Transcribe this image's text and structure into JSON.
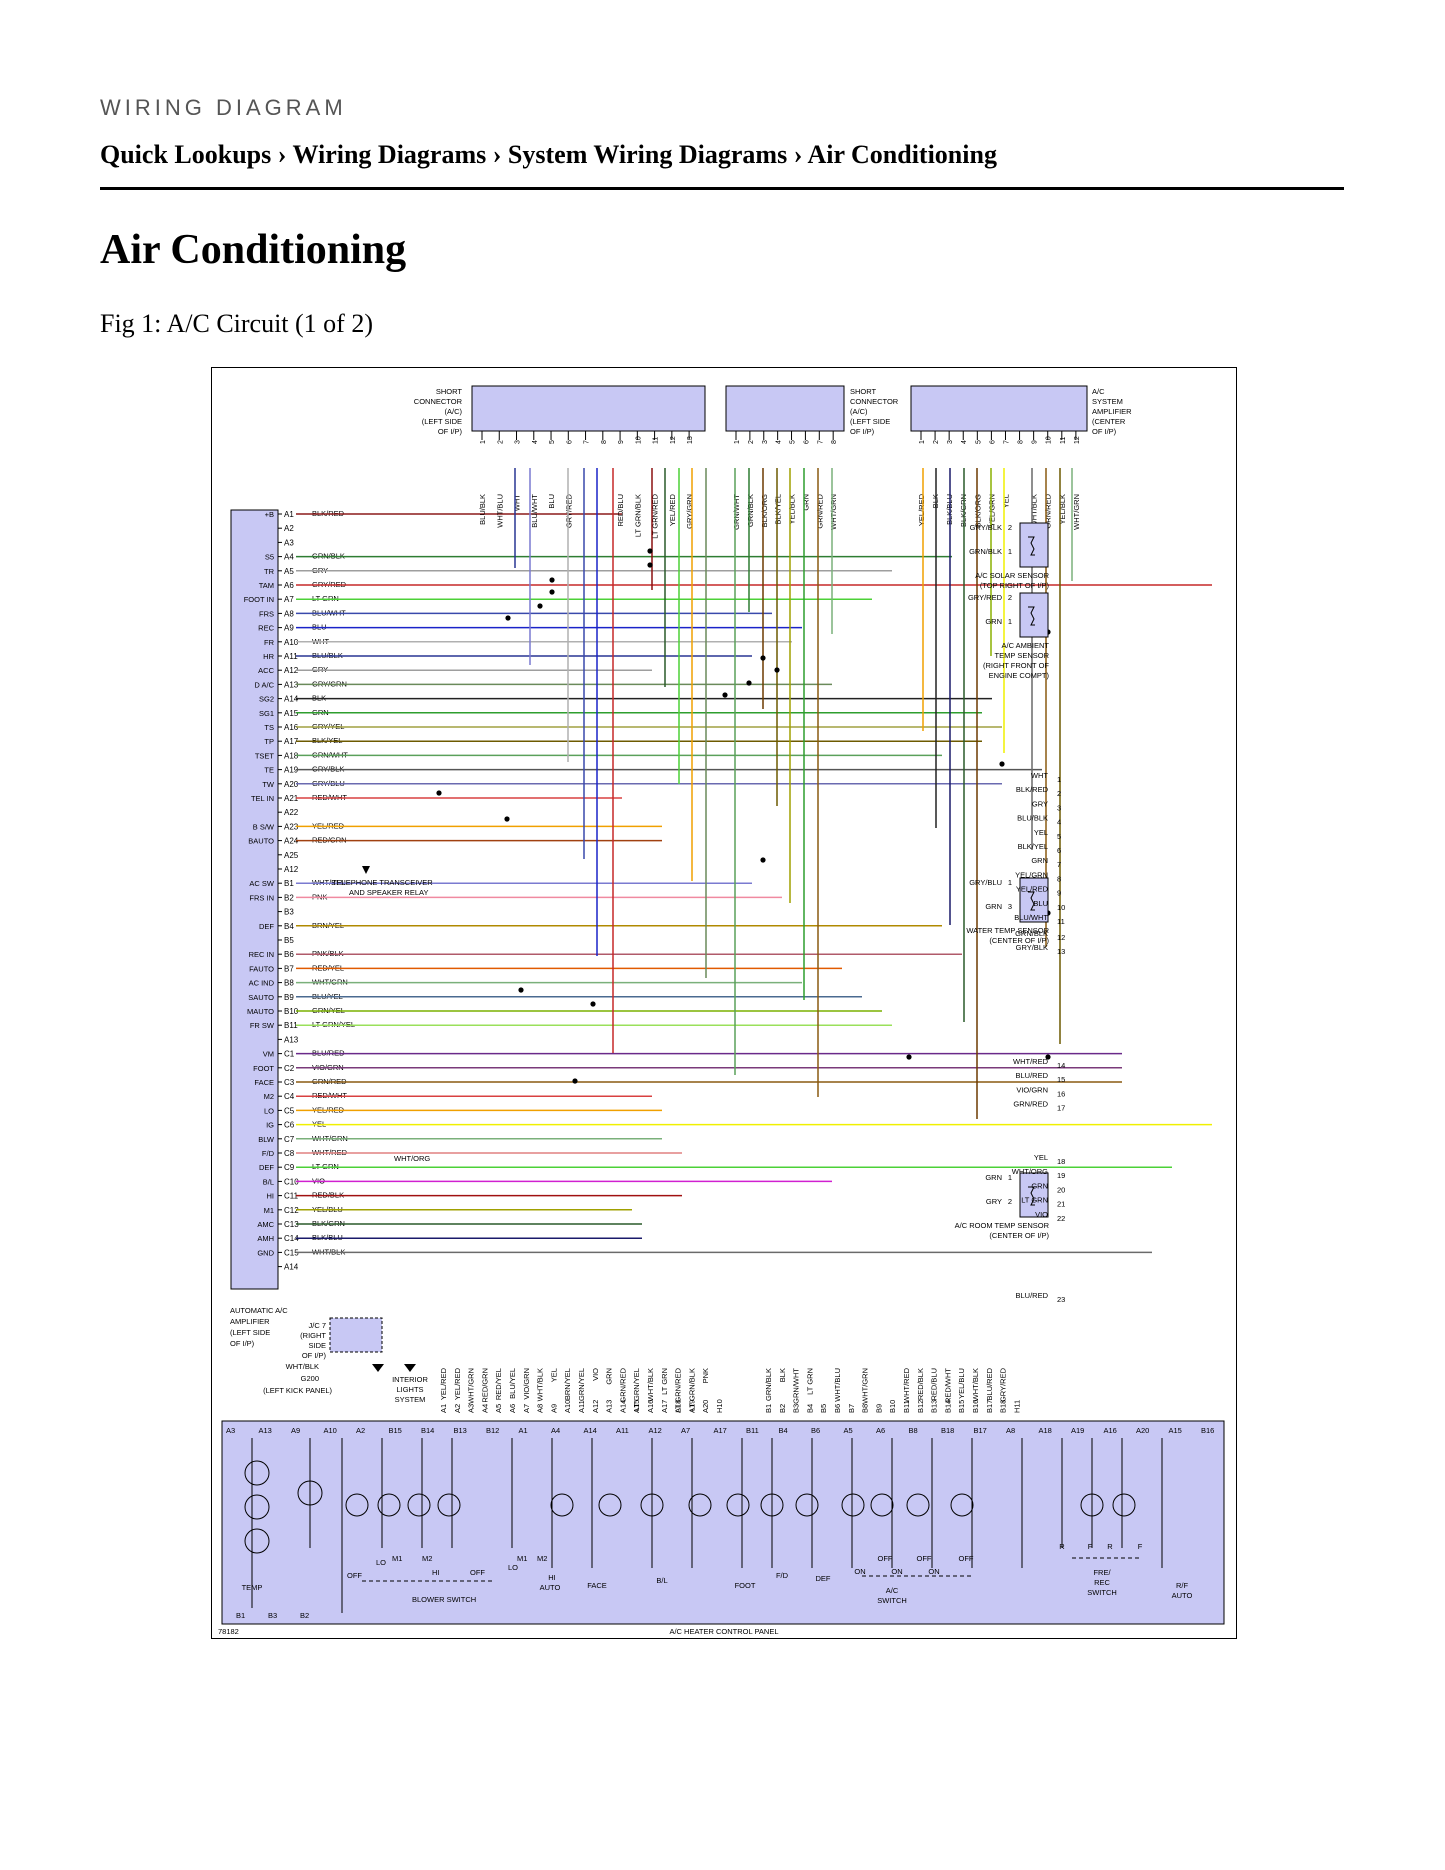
{
  "page": {
    "eyebrow": "WIRING DIAGRAM",
    "breadcrumb": [
      "Quick Lookups",
      "Wiring Diagrams",
      "System Wiring Diagrams",
      "Air Conditioning"
    ],
    "separator": "›",
    "title": "Air Conditioning",
    "caption": "Fig 1: A/C Circuit (1 of 2)"
  },
  "diagram": {
    "figure_number": "78182",
    "connectors_top": [
      {
        "label": [
          "SHORT",
          "CONNECTOR",
          "(A/C)",
          "(LEFT SIDE",
          "OF I/P)"
        ],
        "pins": [
          "BLU/BLK",
          "WHT/BLU",
          "WHT",
          "BLU/WHT",
          "BLU",
          "GRY/RED",
          "",
          "",
          "RED/BLU",
          "LT GRN/BLK",
          "LT GRN/RED",
          "YEL/RED",
          "GRY/GRN"
        ]
      },
      {
        "label": [
          "SHORT",
          "CONNECTOR",
          "(A/C)",
          "(LEFT SIDE",
          "OF I/P)"
        ],
        "pins": [
          "GRN/WHT",
          "GRN/BLK",
          "BLK/ORG",
          "BLK/YEL",
          "YEL/BLK",
          "GRN",
          "GRN/RED",
          "WHT/GRN"
        ]
      },
      {
        "label": [
          "A/C",
          "SYSTEM",
          "AMPLIFIER",
          "(CENTER",
          "OF I/P)"
        ],
        "pins": [
          "YEL/RED",
          "BLK",
          "BLK/BLU",
          "BLK/GRN",
          "BLK/ORG",
          "YEL/GRN",
          "YEL",
          "",
          "WHT/BLK",
          "GRN/RED",
          "YEL/BLK",
          "WHT/GRN"
        ]
      }
    ],
    "amplifier_label": [
      "AUTOMATIC A/C",
      "AMPLIFIER",
      "(LEFT SIDE",
      "OF I/P)"
    ],
    "amplifier_functions": [
      {
        "name": "+B",
        "pin": "A1"
      },
      {
        "name": "S5",
        "pin": "A4"
      },
      {
        "name": "TR",
        "pin": "A5"
      },
      {
        "name": "TAM",
        "pin": "A6"
      },
      {
        "name": "FOOT IN",
        "pin": "A7"
      },
      {
        "name": "FRS",
        "pin": "A8"
      },
      {
        "name": "REC",
        "pin": "A9"
      },
      {
        "name": "FR",
        "pin": "A10"
      },
      {
        "name": "HR",
        "pin": "A11"
      },
      {
        "name": "ACC",
        "pin": "A12"
      },
      {
        "name": "D A/C",
        "pin": "A13"
      },
      {
        "name": "SG2",
        "pin": "A14"
      },
      {
        "name": "SG1",
        "pin": "A15"
      },
      {
        "name": "TS",
        "pin": "A16"
      },
      {
        "name": "TP",
        "pin": "A17"
      },
      {
        "name": "TSET",
        "pin": "A18"
      },
      {
        "name": "TE",
        "pin": "A19"
      },
      {
        "name": "TW",
        "pin": "A20"
      },
      {
        "name": "TEL IN",
        "pin": "A21"
      },
      {
        "name": "B S/W",
        "pin": "A23"
      },
      {
        "name": "BAUTO",
        "pin": "A24"
      },
      {
        "name": "AC SW",
        "pin": "B1"
      },
      {
        "name": "FRS IN",
        "pin": "B2"
      },
      {
        "name": "DEF",
        "pin": "B4"
      },
      {
        "name": "REC IN",
        "pin": "B6"
      },
      {
        "name": "FAUTO",
        "pin": "B7"
      },
      {
        "name": "AC IND",
        "pin": "B8"
      },
      {
        "name": "SAUTO",
        "pin": "B9"
      },
      {
        "name": "MAUTO",
        "pin": "B10"
      },
      {
        "name": "FR SW",
        "pin": "B11"
      },
      {
        "name": "VM",
        "pin": "C1"
      },
      {
        "name": "FOOT",
        "pin": "C2"
      },
      {
        "name": "FACE",
        "pin": "C3"
      },
      {
        "name": "M2",
        "pin": "C4"
      },
      {
        "name": "LO",
        "pin": "C5"
      },
      {
        "name": "IG",
        "pin": "C6"
      },
      {
        "name": "BLW",
        "pin": "C7"
      },
      {
        "name": "F/D",
        "pin": "C8"
      },
      {
        "name": "DEF",
        "pin": "C9"
      },
      {
        "name": "B/L",
        "pin": "C10"
      },
      {
        "name": "HI",
        "pin": "C11"
      },
      {
        "name": "M1",
        "pin": "C12"
      },
      {
        "name": "AMC",
        "pin": "C13"
      },
      {
        "name": "AMH",
        "pin": "C14"
      },
      {
        "name": "GND",
        "pin": "C15"
      }
    ],
    "wires": [
      {
        "pin": "A1",
        "color": "BLK/RED",
        "hex": "#8b1a1a"
      },
      {
        "pin": "A2",
        "color": "",
        "hex": ""
      },
      {
        "pin": "A3",
        "color": "",
        "hex": ""
      },
      {
        "pin": "A4",
        "color": "GRN/BLK",
        "hex": "#2e7d32"
      },
      {
        "pin": "A5",
        "color": "GRY",
        "hex": "#9e9e9e"
      },
      {
        "pin": "A6",
        "color": "GRY/RED",
        "hex": "#c62828"
      },
      {
        "pin": "A7",
        "color": "LT GRN",
        "hex": "#4cd137"
      },
      {
        "pin": "A8",
        "color": "BLU/WHT",
        "hex": "#3949ab"
      },
      {
        "pin": "A9",
        "color": "BLU",
        "hex": "#1a23c9"
      },
      {
        "pin": "A10",
        "color": "WHT",
        "hex": "#b0b0b0"
      },
      {
        "pin": "A11",
        "color": "BLU/BLK",
        "hex": "#283593"
      },
      {
        "pin": "A12",
        "color": "GRY",
        "hex": "#9e9e9e"
      },
      {
        "pin": "A13",
        "color": "GRY/GRN",
        "hex": "#6a8a5a"
      },
      {
        "pin": "A14",
        "color": "BLK",
        "hex": "#222222"
      },
      {
        "pin": "A15",
        "color": "GRN",
        "hex": "#2e9e2e"
      },
      {
        "pin": "A16",
        "color": "GRY/YEL",
        "hex": "#a0a040"
      },
      {
        "pin": "A17",
        "color": "BLK/YEL",
        "hex": "#6d5a00"
      },
      {
        "pin": "A18",
        "color": "GRN/WHT",
        "hex": "#5aa05a"
      },
      {
        "pin": "A19",
        "color": "GRY/BLK",
        "hex": "#555555"
      },
      {
        "pin": "A20",
        "color": "GRY/BLU",
        "hex": "#6a6ab0"
      },
      {
        "pin": "A21",
        "color": "RED/WHT",
        "hex": "#d84040"
      },
      {
        "pin": "A22",
        "color": "",
        "hex": ""
      },
      {
        "pin": "A23",
        "color": "YEL/RED",
        "hex": "#f0a000"
      },
      {
        "pin": "A24",
        "color": "RED/GRN",
        "hex": "#a04010"
      },
      {
        "pin": "A25",
        "color": "",
        "hex": ""
      },
      {
        "pin": "A12",
        "color": "",
        "hex": ""
      },
      {
        "pin": "B1",
        "color": "WHT/BLU",
        "hex": "#7a7ad0"
      },
      {
        "pin": "B2",
        "color": "PNK",
        "hex": "#f08aa0"
      },
      {
        "pin": "B3",
        "color": "",
        "hex": ""
      },
      {
        "pin": "B4",
        "color": "BRN/YEL",
        "hex": "#b08a00"
      },
      {
        "pin": "B5",
        "color": "",
        "hex": ""
      },
      {
        "pin": "B6",
        "color": "PNK/BLK",
        "hex": "#b05a6a"
      },
      {
        "pin": "B7",
        "color": "RED/YEL",
        "hex": "#e05a00"
      },
      {
        "pin": "B8",
        "color": "WHT/GRN",
        "hex": "#7ab07a"
      },
      {
        "pin": "B9",
        "color": "BLU/YEL",
        "hex": "#4a6a90"
      },
      {
        "pin": "B10",
        "color": "GRN/YEL",
        "hex": "#7ab000"
      },
      {
        "pin": "B11",
        "color": "LT GRN/YEL",
        "hex": "#9ae05a"
      },
      {
        "pin": "A13",
        "color": "",
        "hex": ""
      },
      {
        "pin": "C1",
        "color": "BLU/RED",
        "hex": "#6a2a8a"
      },
      {
        "pin": "C2",
        "color": "VIO/GRN",
        "hex": "#7a3a7a"
      },
      {
        "pin": "C3",
        "color": "GRN/RED",
        "hex": "#8a5a10"
      },
      {
        "pin": "C4",
        "color": "RED/WHT",
        "hex": "#d84040"
      },
      {
        "pin": "C5",
        "color": "YEL/RED",
        "hex": "#f0a000"
      },
      {
        "pin": "C6",
        "color": "YEL",
        "hex": "#f0f000"
      },
      {
        "pin": "C7",
        "color": "WHT/GRN",
        "hex": "#7ab07a"
      },
      {
        "pin": "C8",
        "color": "WHT/RED",
        "hex": "#e08080"
      },
      {
        "pin": "C9",
        "color": "LT GRN",
        "hex": "#4cd137"
      },
      {
        "pin": "C10",
        "color": "VIO",
        "hex": "#d020d0"
      },
      {
        "pin": "C11",
        "color": "RED/BLK",
        "hex": "#a01010"
      },
      {
        "pin": "C12",
        "color": "YEL/BLU",
        "hex": "#a0a000"
      },
      {
        "pin": "C13",
        "color": "BLK/GRN",
        "hex": "#2a5a2a"
      },
      {
        "pin": "C14",
        "color": "BLK/BLU",
        "hex": "#1a1a6a"
      },
      {
        "pin": "C15",
        "color": "WHT/BLK",
        "hex": "#6a6a6a"
      },
      {
        "pin": "A14",
        "color": "",
        "hex": ""
      }
    ],
    "relay_note": [
      "TELEPHONE TRANSCEIVER",
      "AND SPEAKER RELAY"
    ],
    "wht_org_label": "WHT/ORG",
    "right_components": [
      {
        "label": [
          "A/C SOLAR SENSOR",
          "(TOP RIGHT OF I/P)"
        ],
        "wires": [
          {
            "color": "GRY/BLK",
            "pin": "2"
          },
          {
            "color": "GRN/BLK",
            "pin": "1"
          }
        ]
      },
      {
        "label": [
          "A/C AMBIENT",
          "TEMP SENSOR",
          "(RIGHT FRONT OF",
          "ENGINE COMPT)"
        ],
        "wires": [
          {
            "color": "GRY/RED",
            "pin": "2"
          },
          {
            "color": "GRN",
            "pin": "1"
          }
        ]
      },
      {
        "label": [
          "WATER TEMP SENSOR",
          "(CENTER OF I/P)"
        ],
        "wires": [
          {
            "color": "GRY/BLU",
            "pin": "1"
          },
          {
            "color": "GRN",
            "pin": "3"
          }
        ]
      },
      {
        "label": [
          "A/C ROOM TEMP SENSOR",
          "(CENTER OF I/P)"
        ],
        "wires": [
          {
            "color": "GRN",
            "pin": "1"
          },
          {
            "color": "GRY",
            "pin": "2"
          }
        ]
      }
    ],
    "right_lines_a": [
      {
        "color": "WHT",
        "num": "1"
      },
      {
        "color": "BLK/RED",
        "num": "2"
      },
      {
        "color": "GRY",
        "num": "3"
      },
      {
        "color": "BLU/BLK",
        "num": "4"
      },
      {
        "color": "YEL",
        "num": "5"
      },
      {
        "color": "BLK/YEL",
        "num": "6"
      },
      {
        "color": "GRN",
        "num": "7"
      },
      {
        "color": "YEL/GRN",
        "num": "8"
      },
      {
        "color": "YEL/RED",
        "num": "9"
      },
      {
        "color": "BLU",
        "num": "10"
      },
      {
        "color": "BLU/WHT",
        "num": "11"
      }
    ],
    "right_lines_b": [
      {
        "color": "GRN/BLK",
        "num": "12"
      },
      {
        "color": "GRY/BLK",
        "num": "13"
      }
    ],
    "right_lines_c": [
      {
        "color": "WHT/RED",
        "num": "14"
      },
      {
        "color": "BLU/RED",
        "num": "15"
      },
      {
        "color": "VIO/GRN",
        "num": "16"
      },
      {
        "color": "GRN/RED",
        "num": "17"
      }
    ],
    "right_lines_d": [
      {
        "color": "YEL",
        "num": "18"
      },
      {
        "color": "WHT/ORG",
        "num": "19"
      },
      {
        "color": "GRN",
        "num": "20"
      },
      {
        "color": "LT GRN",
        "num": "21"
      },
      {
        "color": "VIO",
        "num": "22"
      }
    ],
    "right_line_23": {
      "color": "BLU/RED",
      "num": "23"
    },
    "bottom_pins_left": [
      {
        "pin": "A1",
        "color": "YEL/RED"
      },
      {
        "pin": "A2",
        "color": "YEL/RED"
      },
      {
        "pin": "A3",
        "color": "WHT/GRN"
      },
      {
        "pin": "A4",
        "color": "RED/GRN"
      },
      {
        "pin": "A5",
        "color": "RED/YEL"
      },
      {
        "pin": "A6",
        "color": "BLU/YEL"
      },
      {
        "pin": "A7",
        "color": "VIO/GRN"
      },
      {
        "pin": "A8",
        "color": "WHT/BLK"
      },
      {
        "pin": "A9",
        "color": "YEL"
      },
      {
        "pin": "A10",
        "color": "BRN/YEL"
      },
      {
        "pin": "A11",
        "color": "GRN/YEL"
      },
      {
        "pin": "A12",
        "color": "VIO"
      },
      {
        "pin": "A13",
        "color": "GRN"
      },
      {
        "pin": "A14",
        "color": "GRN/RED"
      },
      {
        "pin": "A15",
        "color": "LT GRN/YEL"
      },
      {
        "pin": "A16",
        "color": "WHT/BLK"
      },
      {
        "pin": "A17",
        "color": "LT GRN"
      },
      {
        "pin": "A18",
        "color": "LT GRN/RED"
      },
      {
        "pin": "A19",
        "color": "LT GRN/BLK"
      },
      {
        "pin": "A20",
        "color": "PNK"
      },
      {
        "pin": "H10",
        "color": ""
      }
    ],
    "bottom_pins_right": [
      {
        "pin": "B1",
        "color": "GRN/BLK"
      },
      {
        "pin": "B2",
        "color": "BLK"
      },
      {
        "pin": "B3",
        "color": "GRN/WHT"
      },
      {
        "pin": "B4",
        "color": "LT GRN"
      },
      {
        "pin": "B5",
        "color": ""
      },
      {
        "pin": "B6",
        "color": "WHT/BLU"
      },
      {
        "pin": "B7",
        "color": ""
      },
      {
        "pin": "B8",
        "color": "WHT/GRN"
      },
      {
        "pin": "B9",
        "color": ""
      },
      {
        "pin": "B10",
        "color": ""
      },
      {
        "pin": "B11",
        "color": "WHT/RED"
      },
      {
        "pin": "B12",
        "color": "RED/BLK"
      },
      {
        "pin": "B13",
        "color": "RED/BLU"
      },
      {
        "pin": "B14",
        "color": "RED/WHT"
      },
      {
        "pin": "B15",
        "color": "YEL/BLU"
      },
      {
        "pin": "B16",
        "color": "WHT/BLK"
      },
      {
        "pin": "B17",
        "color": "BLU/RED"
      },
      {
        "pin": "B18",
        "color": "GRY/RED"
      },
      {
        "pin": "H11",
        "color": ""
      }
    ],
    "jc": [
      "J/C 7",
      "(RIGHT",
      "SIDE",
      "OF I/P)"
    ],
    "ground": [
      "WHT/BLK",
      "G200",
      "(LEFT KICK PANEL)"
    ],
    "interior": [
      "INTERIOR",
      "LIGHTS",
      "SYSTEM"
    ],
    "panel": {
      "title": "A/C HEATER CONTROL PANEL",
      "top_pins": [
        "A3",
        "A13",
        "A9",
        "A10",
        "A2",
        "B15",
        "B14",
        "B13",
        "B12",
        "A1",
        "A4",
        "A14",
        "A11",
        "A12",
        "A7",
        "A17",
        "B11",
        "B4",
        "B6",
        "A5",
        "A6",
        "B8",
        "B18",
        "B17",
        "A8",
        "A18",
        "A19",
        "A16",
        "A20",
        "A15",
        "B16"
      ],
      "bottom_pins": [
        "B1",
        "B3",
        "B2"
      ],
      "labels": {
        "temp": "TEMP",
        "off": "OFF",
        "lo": "LO",
        "m1": "M1",
        "m2": "M2",
        "hi": "HI",
        "blower": "BLOWER SWITCH",
        "auto": "AUTO",
        "face": "FACE",
        "bl": "B/L",
        "foot": "FOOT",
        "fd": "F/D",
        "def": "DEF",
        "on": "ON",
        "ac": "A/C",
        "switch": "SWITCH",
        "fre": "FRE/",
        "rec": "REC",
        "r": "R",
        "f": "F",
        "rf": "R/F"
      }
    }
  }
}
